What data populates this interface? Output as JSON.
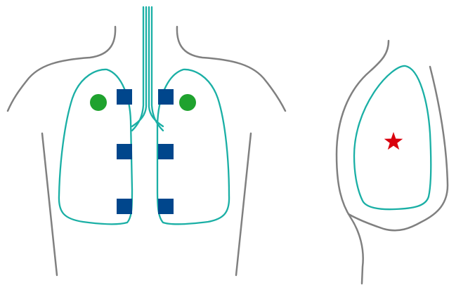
{
  "colors": {
    "background": "#ffffff",
    "body_outline": "#808080",
    "lung_outline": "#1aafa5",
    "square_marker": "#00468c",
    "circle_marker": "#1fa22e",
    "star_marker": "#d9000d"
  },
  "front_view": {
    "square_markers": [
      {
        "side": "right",
        "level": "upper"
      },
      {
        "side": "left",
        "level": "upper"
      },
      {
        "side": "right",
        "level": "middle"
      },
      {
        "side": "left",
        "level": "middle"
      },
      {
        "side": "right",
        "level": "lower"
      },
      {
        "side": "left",
        "level": "lower"
      }
    ],
    "circle_markers": [
      {
        "side": "right",
        "level": "apex"
      },
      {
        "side": "left",
        "level": "apex"
      }
    ]
  },
  "side_view": {
    "star_markers": [
      {
        "level": "middle"
      }
    ]
  }
}
